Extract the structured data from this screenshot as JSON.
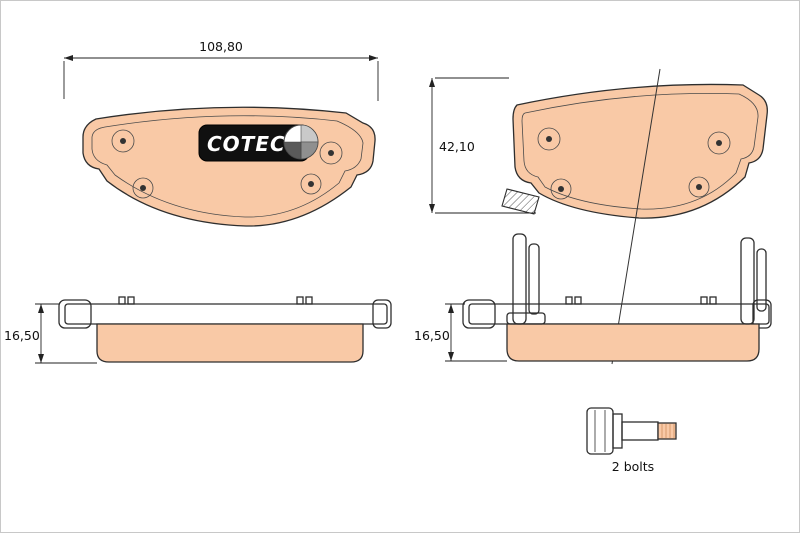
{
  "diagram": {
    "title": "brake-pad-technical-drawing",
    "brand_logo": "COTEC",
    "dimensions": {
      "pad_width": "108,80",
      "pad_height": "42,10",
      "pad_thickness_left": "16,50",
      "pad_thickness_right": "16,50"
    },
    "bolt_label": "2 bolts",
    "colors": {
      "pad_fill": "#f9c9a6",
      "pad_fill_edge": "#d79a6e",
      "outline": "#2e2e2e",
      "logo_bg": "#101010",
      "logo_text": "#ffffff"
    }
  }
}
